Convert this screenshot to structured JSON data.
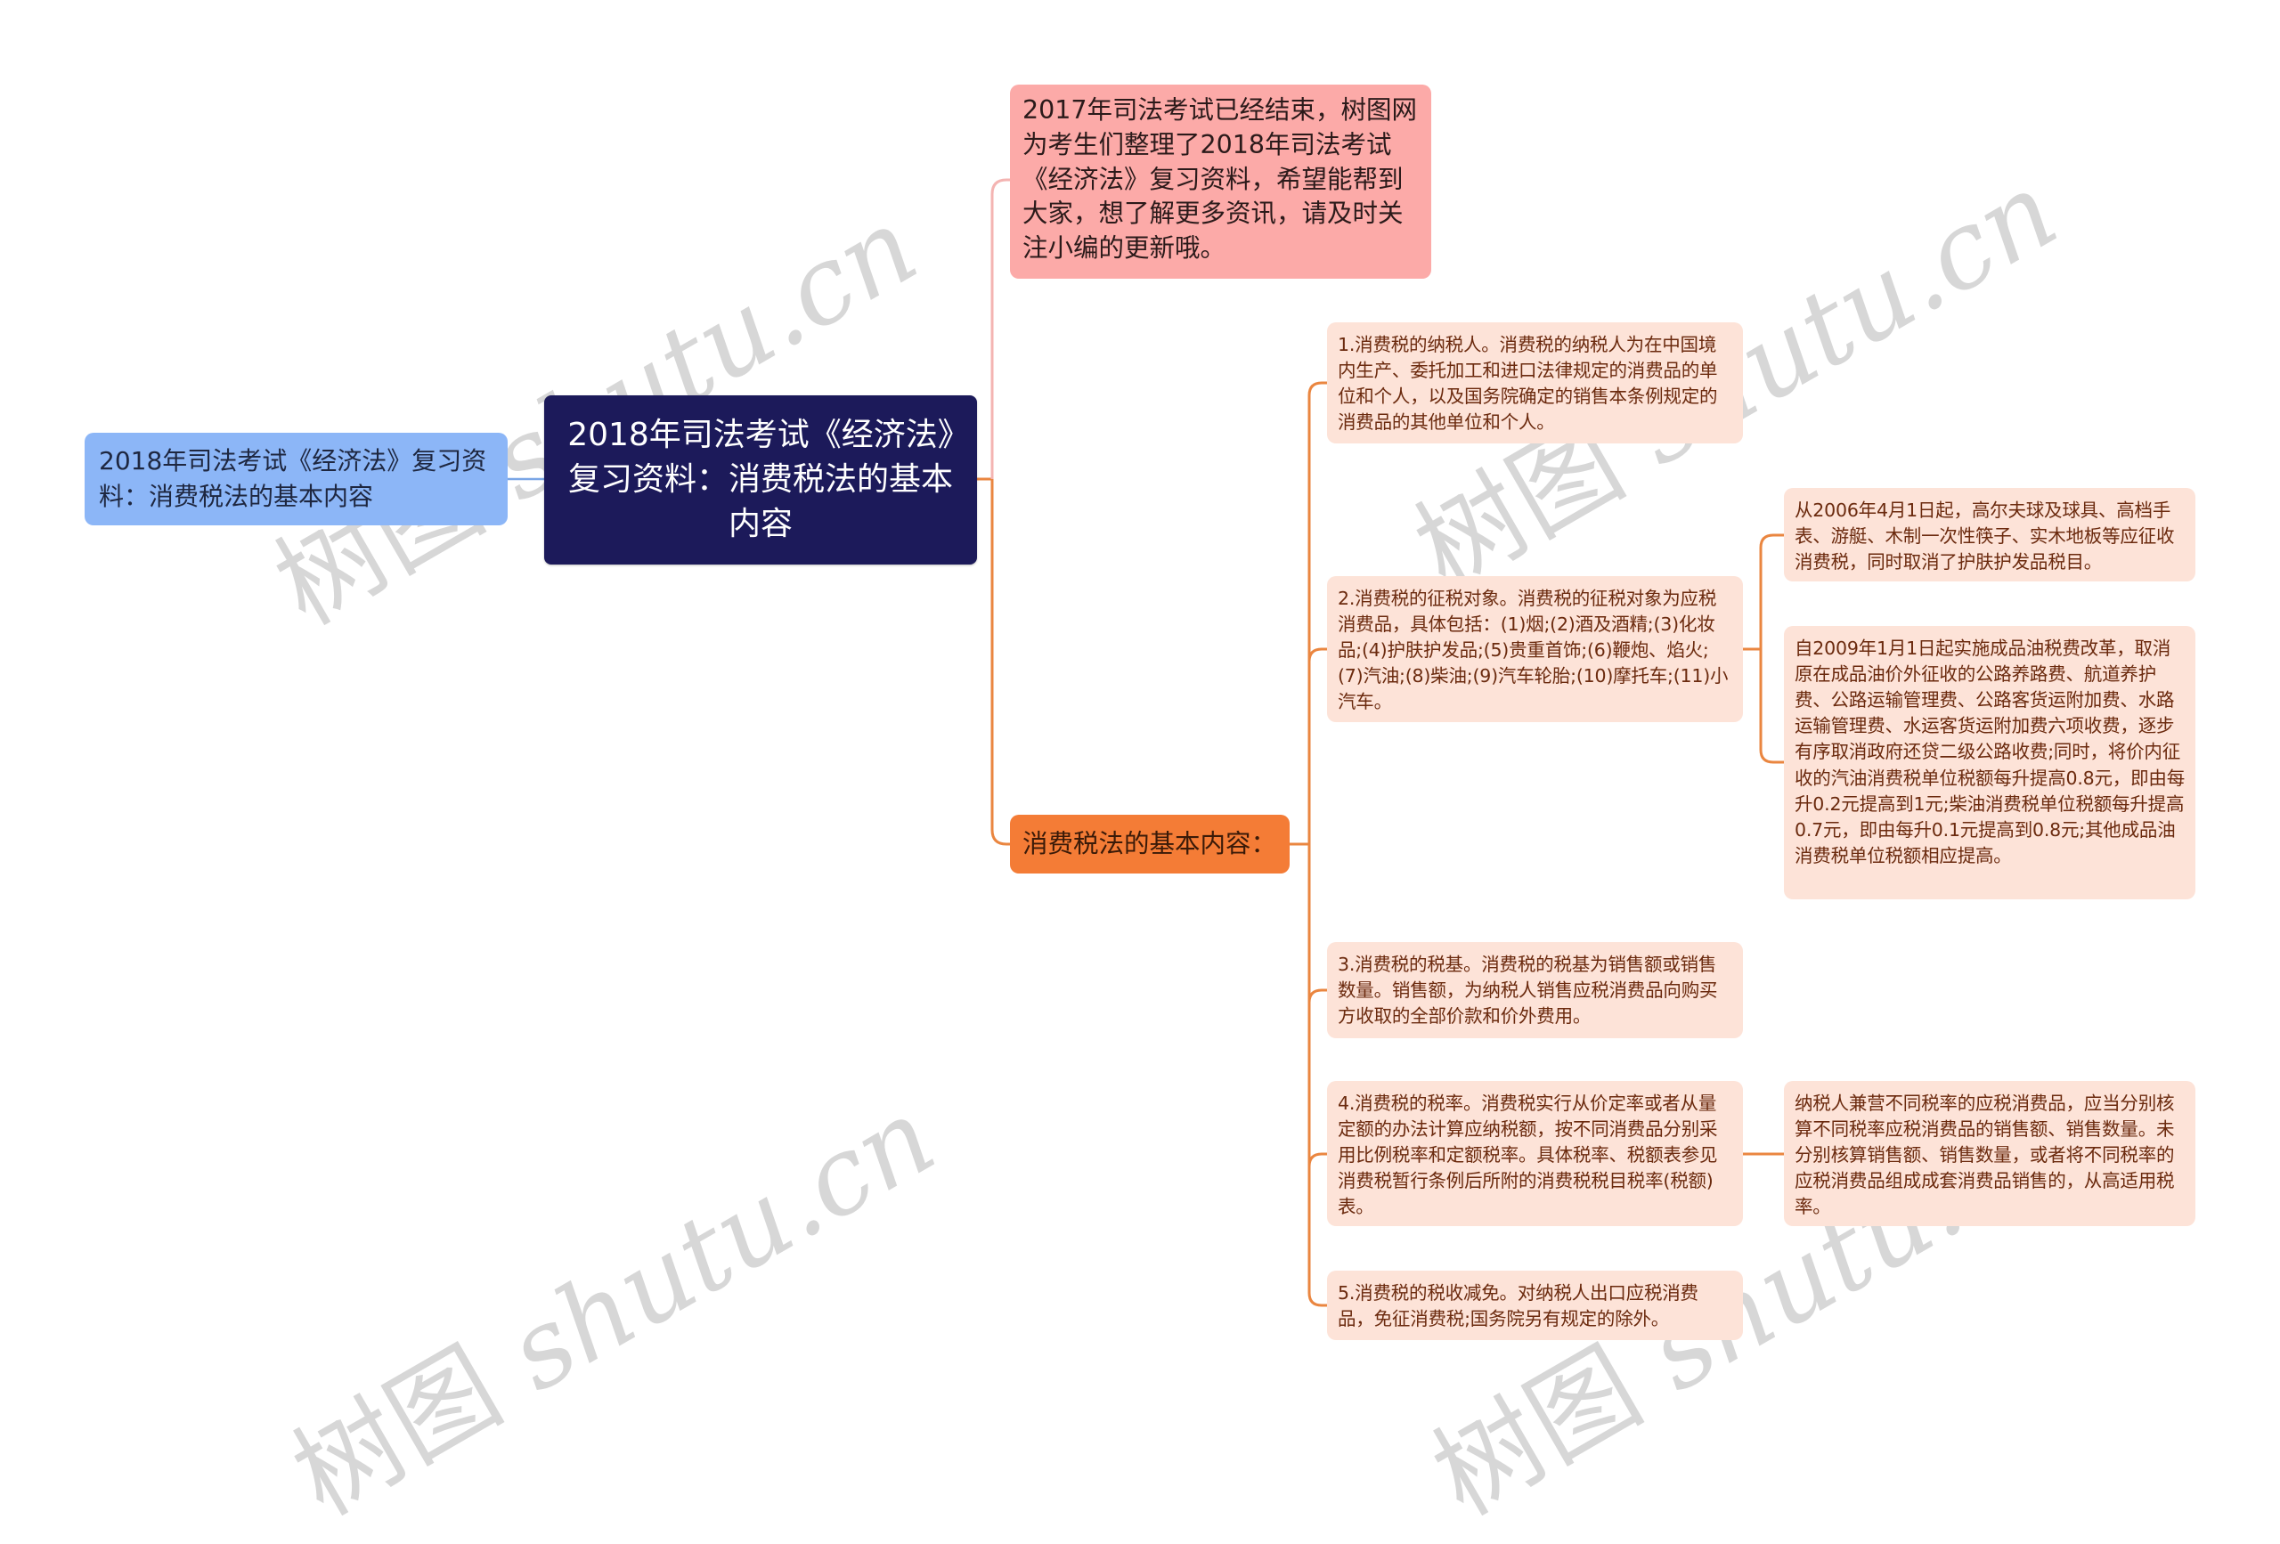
{
  "root": {
    "label": "2018年司法考试《经济法》复习资料：消费税法的基本内容"
  },
  "left_node": {
    "label": "2018年司法考试《经济法》复习资料：消费税法的基本内容"
  },
  "intro_node": {
    "label": "2017年司法考试已经结束，树图网为考生们整理了2018年司法考试《经济法》复习资料，希望能帮到大家，想了解更多资讯，请及时关注小编的更新哦。"
  },
  "section_node": {
    "label": "消费税法的基本内容："
  },
  "items": [
    {
      "label": "1.消费税的纳税人。消费税的纳税人为在中国境内生产、委托加工和进口法律规定的消费品的单位和个人，以及国务院确定的销售本条例规定的消费品的其他单位和个人。"
    },
    {
      "label": "2.消费税的征税对象。消费税的征税对象为应税消费品，具体包括：(1)烟;(2)酒及酒精;(3)化妆品;(4)护肤护发品;(5)贵重首饰;(6)鞭炮、焰火;(7)汽油;(8)柴油;(9)汽车轮胎;(10)摩托车;(11)小汽车。",
      "children": [
        {
          "label": "从2006年4月1日起，高尔夫球及球具、高档手表、游艇、木制一次性筷子、实木地板等应征收消费税，同时取消了护肤护发品税目。"
        },
        {
          "label": "自2009年1月1日起实施成品油税费改革，取消原在成品油价外征收的公路养路费、航道养护费、公路运输管理费、公路客货运附加费、水路运输管理费、水运客货运附加费六项收费，逐步有序取消政府还贷二级公路收费;同时，将价内征收的汽油消费税单位税额每升提高0.8元，即由每升0.2元提高到1元;柴油消费税单位税额每升提高0.7元，即由每升0.1元提高到0.8元;其他成品油消费税单位税额相应提高。"
        }
      ]
    },
    {
      "label": "3.消费税的税基。消费税的税基为销售额或销售数量。销售额，为纳税人销售应税消费品向购买方收取的全部价款和价外费用。"
    },
    {
      "label": "4.消费税的税率。消费税实行从价定率或者从量定额的办法计算应纳税额，按不同消费品分别采用比例税率和定额税率。具体税率、税额表参见消费税暂行条例后所附的消费税税目税率(税额)表。",
      "children": [
        {
          "label": "纳税人兼营不同税率的应税消费品，应当分别核算不同税率应税消费品的销售额、销售数量。未分别核算销售额、销售数量，或者将不同税率的应税消费品组成成套消费品销售的，从高适用税率。"
        }
      ]
    },
    {
      "label": "5.消费税的税收减免。对纳税人出口应税消费品，免征消费税;国务院另有规定的除外。"
    }
  ],
  "watermark": {
    "cn": "树图",
    "en": "shutu.cn"
  },
  "colors": {
    "root_bg": "#1c1a5a",
    "left_bg": "#8cb6f7",
    "intro_bg": "#fcaaa8",
    "section_bg": "#f47c36",
    "leaf_bg": "#fde3d8",
    "leaf_text": "#6b2a0e",
    "line_orange": "#ea8640",
    "line_pink": "#f4b4b2",
    "line_blue": "#7aa6e6"
  }
}
